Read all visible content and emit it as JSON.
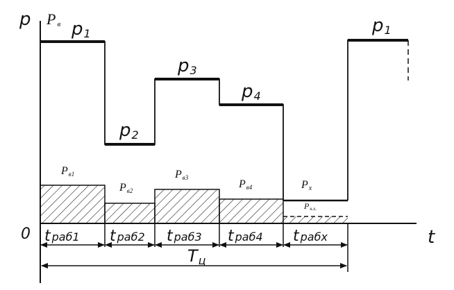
{
  "axes": {
    "y_label": "p",
    "x_label": "t",
    "origin_label": "0"
  },
  "top_labels": {
    "pv": "P",
    "pv_sub": "в",
    "p1": "p",
    "p1_sub": "1",
    "p2": "p",
    "p2_sub": "2",
    "p3": "p",
    "p3_sub": "3",
    "p4": "p",
    "p4_sub": "4",
    "p1_repeat": "p",
    "p1_repeat_sub": "1"
  },
  "loss_labels": {
    "pv1": "P",
    "pv1_sub": "в1",
    "pv2": "P",
    "pv2_sub": "в2",
    "pv3": "P",
    "pv3_sub": "в3",
    "pv4": "P",
    "pv4_sub": "в4",
    "px": "P",
    "px_sub": "x",
    "pvx": "P",
    "pvx_sub": "в.х."
  },
  "intervals": {
    "t1": "t",
    "t1_sub": "раб1",
    "t2": "t",
    "t2_sub": "раб2",
    "t3": "t",
    "t3_sub": "раб3",
    "t4": "t",
    "t4_sub": "раб4",
    "tx": "t",
    "tx_sub": "рабx",
    "cycle": "T",
    "cycle_sub": "ц"
  },
  "colors": {
    "ink": "#111111",
    "background": "#ffffff"
  }
}
